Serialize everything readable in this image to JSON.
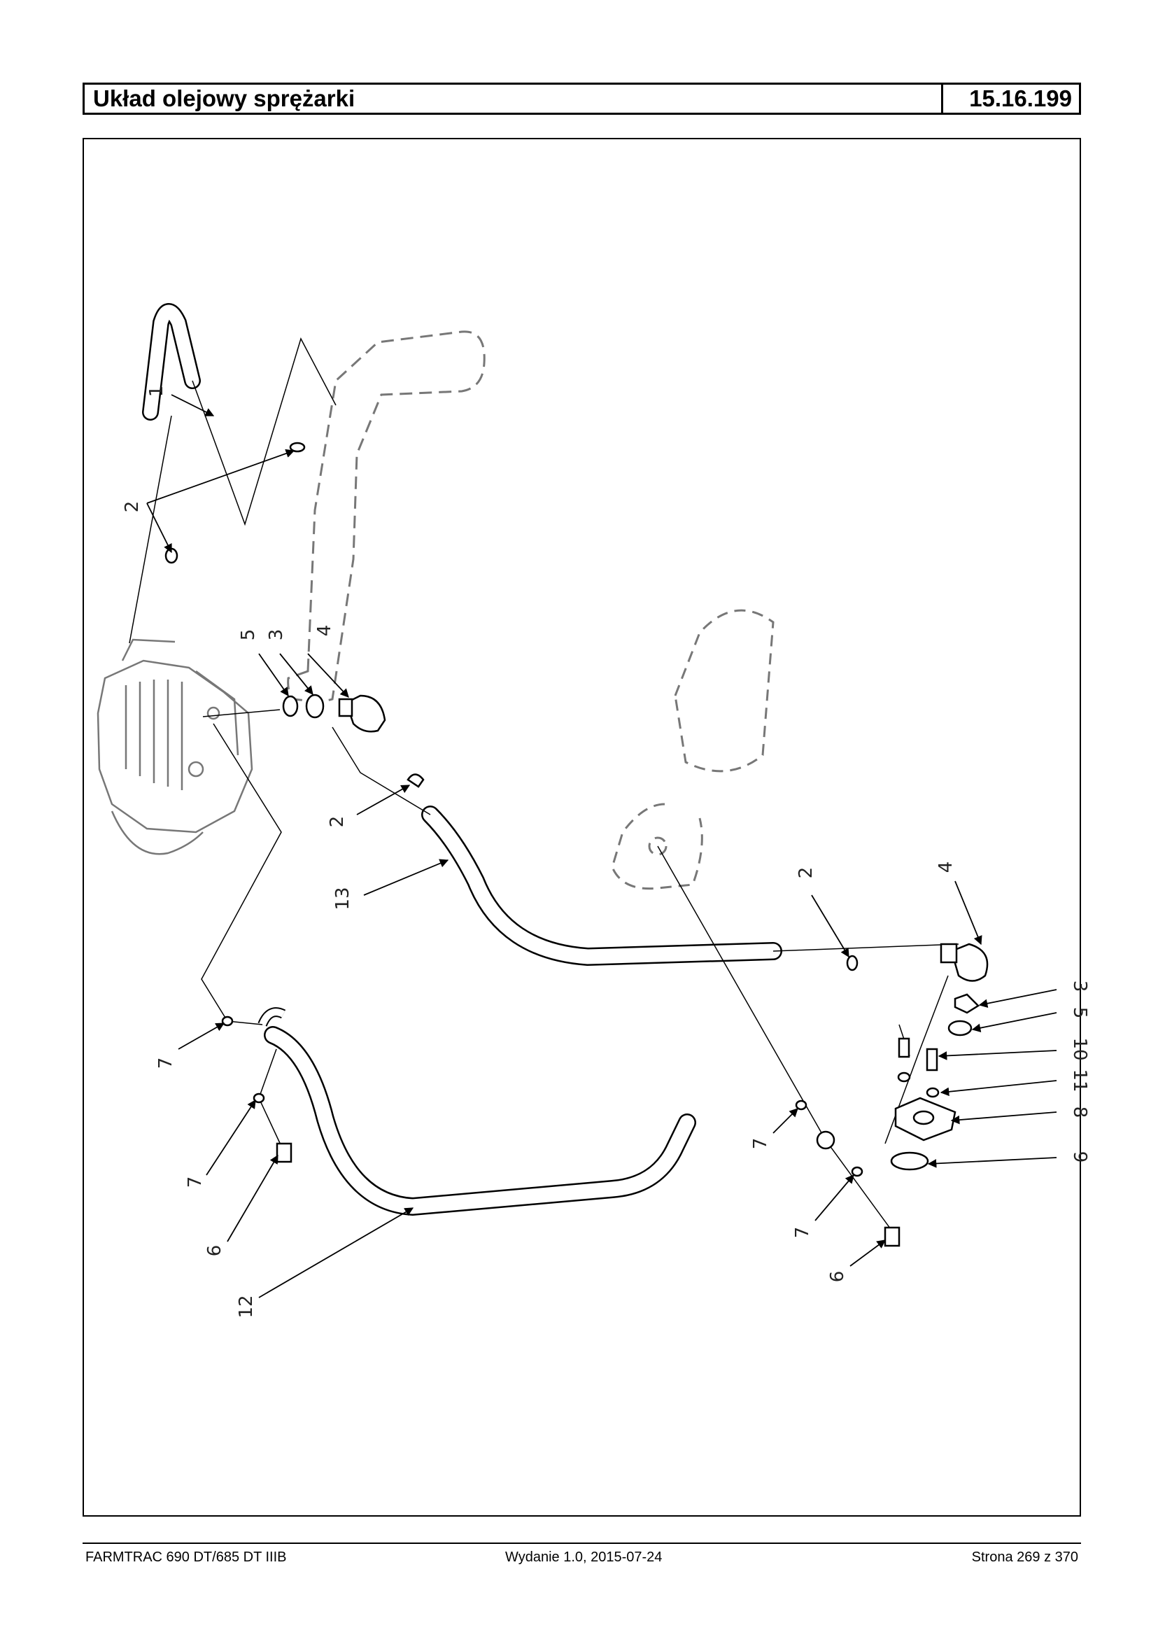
{
  "header": {
    "title": "Układ olejowy sprężarki",
    "code": "15.16.199"
  },
  "callouts": [
    "1",
    "2",
    "5",
    "3",
    "4",
    "2",
    "13",
    "2",
    "4",
    "3",
    "5",
    "10",
    "11",
    "8",
    "9",
    "7",
    "7",
    "6",
    "12",
    "7",
    "7",
    "6"
  ],
  "footer": {
    "model": "FARMTRAC 690 DT/685 DT IIIB",
    "edition": "Wydanie 1.0,  2015-07-24",
    "page": "Strona 269 z 370"
  }
}
